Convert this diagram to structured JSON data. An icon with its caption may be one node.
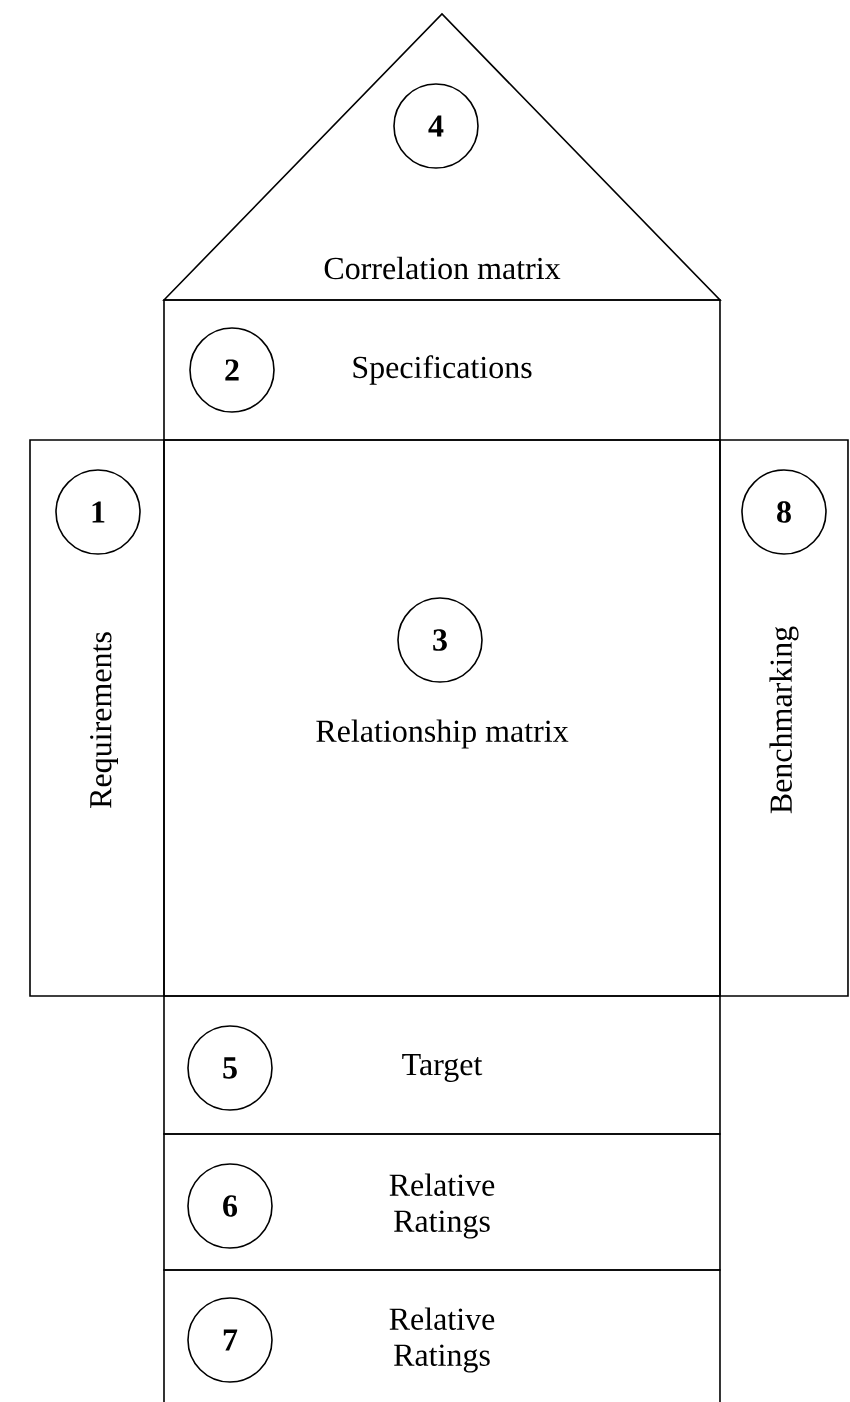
{
  "diagram": {
    "nodes": [
      {
        "text": [
          "4",
          "Correlation matrix"
        ]
      },
      {
        "text": [
          "2",
          "Specifications"
        ]
      },
      {
        "text": [
          "1",
          "Requirements"
        ]
      },
      {
        "text": [
          "3",
          "Relationship matrix"
        ]
      },
      {
        "text": [
          "8",
          "Benchmarking"
        ]
      },
      {
        "text": [
          "5",
          "Target"
        ]
      },
      {
        "text": [
          "6",
          "Relative Ratings"
        ]
      },
      {
        "text": [
          "7",
          "Relative Ratings"
        ]
      }
    ]
  }
}
